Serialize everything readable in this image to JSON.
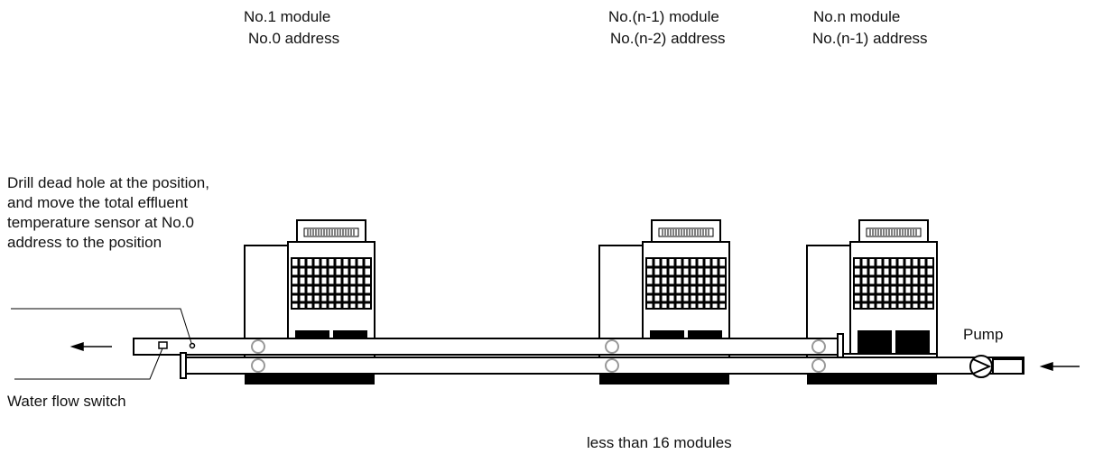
{
  "modules": [
    {
      "module": "No.1 module",
      "address": "No.0 address"
    },
    {
      "module": "No.(n-1) module",
      "address": "No.(n-2) address"
    },
    {
      "module": "No.n module",
      "address": "No.(n-1) address"
    }
  ],
  "note": "Drill dead hole at the position, and move the total effluent temperature sensor at No.0 address to the position",
  "pump_label": "Pump",
  "switch_label": "Water flow switch",
  "footer": "less than 16 modules"
}
